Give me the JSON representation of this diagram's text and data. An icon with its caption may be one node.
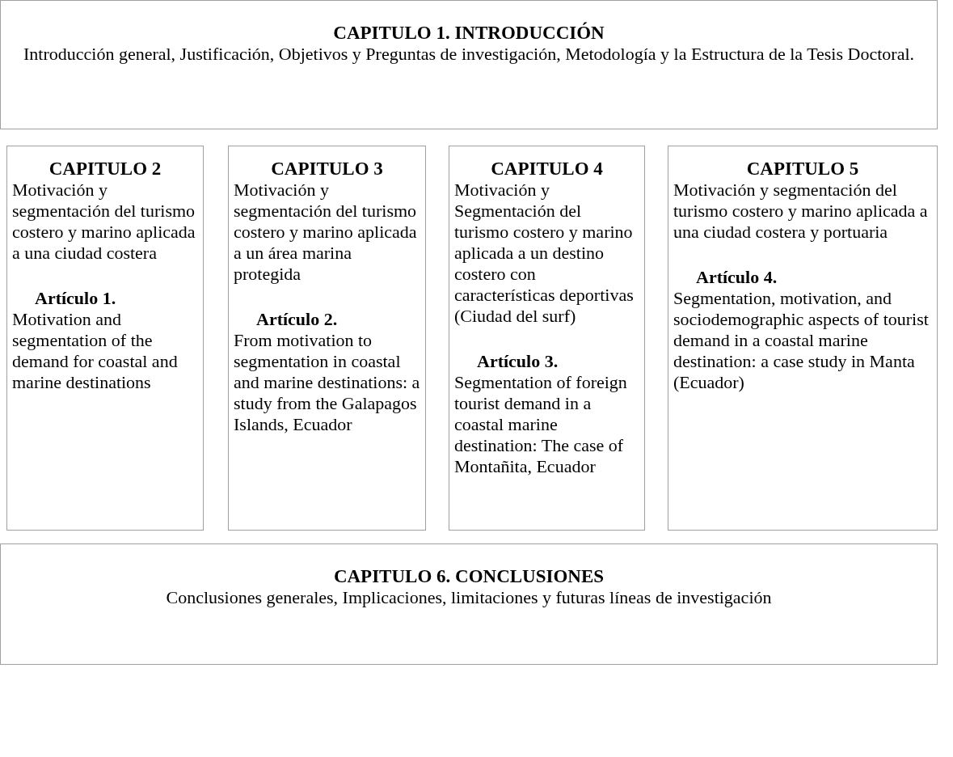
{
  "diagram": {
    "nodes": [
      {
        "text": [
          "CAPITULO 1. INTRODUCCIÓN",
          "Introducción general, Justificación, Objetivos y Preguntas de investigación, Metodología y la Estructura de la Tesis Doctoral."
        ]
      },
      {
        "text": [
          "CAPITULO 2",
          "Motivación y segmentación del turismo costero y marino aplicada a una ciudad costera",
          "Artículo 1.",
          "Motivation and segmentation of the demand for coastal and marine destinations"
        ]
      },
      {
        "text": [
          "CAPITULO 3",
          "Motivación y segmentación del turismo costero y marino aplicada a un área marina protegida",
          "Artículo 2.",
          "From motivation to segmentation in coastal and marine destinations: a study from the Galapagos Islands, Ecuador"
        ]
      },
      {
        "text": [
          "CAPITULO 4",
          "Motivación y Segmentación del turismo costero y marino aplicada a un destino costero con características deportivas (Ciudad del surf)",
          "Artículo 3.",
          "Segmentation of foreign tourist demand in a coastal marine destination: The case of Montañita, Ecuador"
        ]
      },
      {
        "text": [
          "CAPITULO 5",
          "Motivación y segmentación del turismo costero y marino aplicada a una ciudad costera y portuaria",
          "Artículo 4.",
          "Segmentation, motivation, and sociodemographic aspects of tourist demand in a coastal marine destination: a case study in Manta (Ecuador)"
        ]
      },
      {
        "text": [
          "CAPITULO 6. CONCLUSIONES",
          "Conclusiones generales, Implicaciones, limitaciones y futuras líneas de investigación"
        ]
      }
    ],
    "edges": []
  }
}
